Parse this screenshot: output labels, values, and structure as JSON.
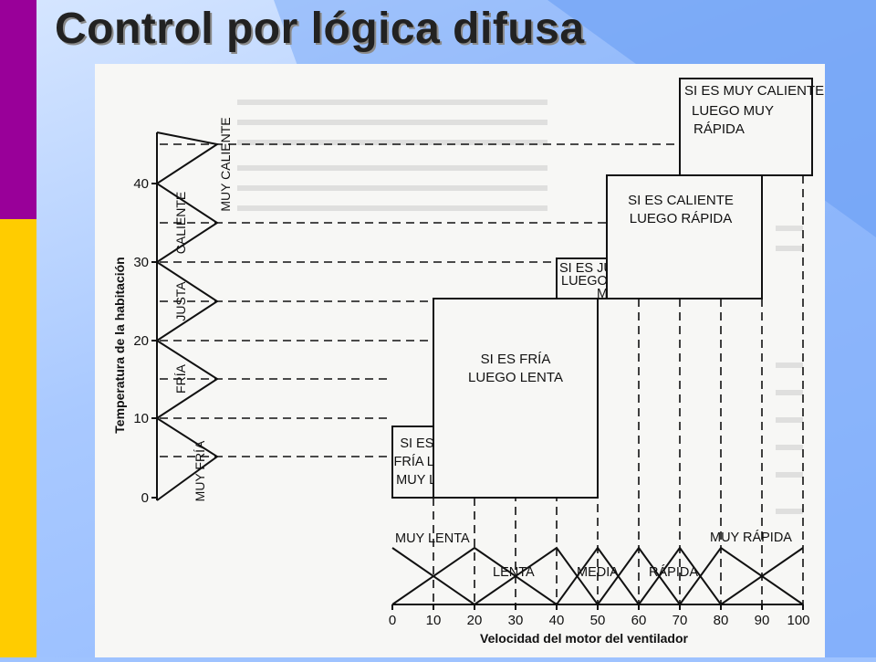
{
  "slide_title": "Control por lógica difusa",
  "figure": {
    "y_axis_label": "Temperatura  de la habitación",
    "x_axis_label": "Velocidad  del motor del ventilador",
    "y_ticks": [
      "0",
      "10",
      "20",
      "30",
      "40"
    ],
    "x_ticks": [
      "0",
      "10",
      "20",
      "30",
      "40",
      "50",
      "60",
      "70",
      "80",
      "90",
      "100"
    ],
    "temp_sets": [
      "MUY FRÍA",
      "FRÍA",
      "JUSTA",
      "CALIENTE",
      "MUY CALIENTE"
    ],
    "speed_sets": [
      "MUY LENTA",
      "LENTA",
      "MEDIA",
      "RÁPIDA",
      "MUY RÁPIDA"
    ],
    "rules": [
      {
        "line1": "SI ES MUY",
        "line2": "FRÍA LUEGO",
        "line3": "MUY LENTA"
      },
      {
        "line1": "SI ES FRÍA",
        "line2": "LUEGO LENTA"
      },
      {
        "line1": "SI ES JUSTA",
        "line2": "LUEGO",
        "line3": "MEDIA"
      },
      {
        "line1": "SI ES CALIENTE",
        "line2": "LUEGO RÁPIDA"
      },
      {
        "line1": "SI ES MUY CALIENTE",
        "line2": "LUEGO  MUY",
        "line3": "RÁPIDA"
      }
    ]
  }
}
